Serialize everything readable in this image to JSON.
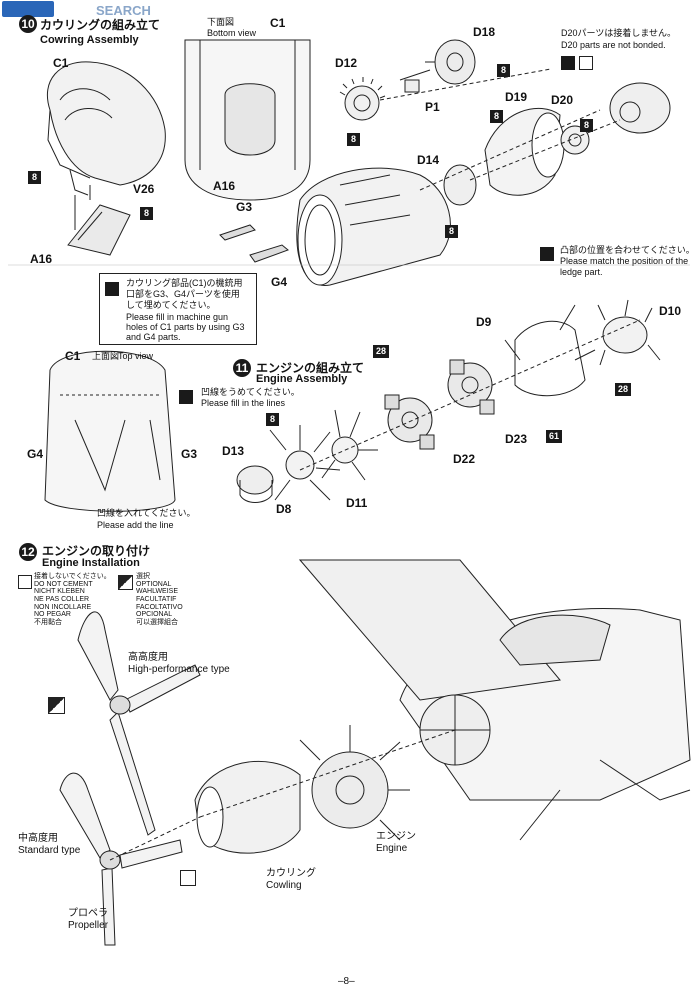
{
  "watermark": {
    "text": "SEARCH"
  },
  "step10": {
    "number": "10",
    "title_ja": "カウリングの組み立て",
    "title_en": "Cowring Assembly"
  },
  "step11": {
    "number": "11",
    "title_ja": "エンジンの組み立て",
    "title_en": "Engine Assembly"
  },
  "step12": {
    "number": "12",
    "title_ja": "エンジンの取り付け",
    "title_en": "Engine Installation"
  },
  "bottom_view": {
    "ja": "下面図",
    "en": "Bottom view"
  },
  "top_view": {
    "ja": "上面図",
    "en": "Top view"
  },
  "parts": {
    "C1_a": "C1",
    "C1_b": "C1",
    "C1_c": "C1",
    "D18": "D18",
    "D12": "D12",
    "P1": "P1",
    "D19": "D19",
    "D20": "D20",
    "D14": "D14",
    "V26": "V26",
    "A16_a": "A16",
    "A16_b": "A16",
    "G3_a": "G3",
    "G4_a": "G4",
    "G3_b": "G3",
    "G4_b": "G4",
    "D9": "D9",
    "D10": "D10",
    "D13": "D13",
    "D8": "D8",
    "D11": "D11",
    "D22": "D22",
    "D23": "D23"
  },
  "badges": {
    "b8": "8",
    "b28": "28",
    "b61": "61"
  },
  "note_d20": {
    "ja": "D20パーツは接着しません。",
    "en": "D20 parts are not bonded."
  },
  "note_ledge": {
    "ja": "凸部の位置を合わせてください。",
    "en": "Please match the position of the",
    "en2": "ledge part."
  },
  "note_fill": {
    "ja1": "カウリング部品(C1)の機銃用",
    "ja2": "口部をG3、G4パーツを使用",
    "ja3": "して埋めてください。",
    "en1": "Please fill in machine gun",
    "en2": "holes of C1 parts by using G3",
    "en3": "and G4 parts."
  },
  "note_lines": {
    "ja": "凹線をうめてください。",
    "en": "Please fill in the lines"
  },
  "note_add": {
    "ja": "凹線を入れてください。",
    "en": "Please add the line"
  },
  "legend_nocement": {
    "text": "接着しないでください。\nDO NOT CEMENT\nNICHT KLEBEN\nNE PAS COLLER\nNON INCOLLARE\nNO PEGAR\n不用黏合"
  },
  "legend_optional": {
    "text": "選択\nOPTIONAL\nWAHLWEISE\nFACULTATIF\nFACOLTATIVO\nOPCIONAL\n可以選擇組合"
  },
  "high_perf": {
    "ja": "高高度用",
    "en": "High-performance type"
  },
  "standard": {
    "ja": "中高度用",
    "en": "Standard type"
  },
  "engine": {
    "ja": "エンジン",
    "en": "Engine"
  },
  "cowling": {
    "ja": "カウリング",
    "en": "Cowling"
  },
  "propeller": {
    "ja": "プロペラ",
    "en": "Propeller"
  },
  "page_number": "–8–"
}
